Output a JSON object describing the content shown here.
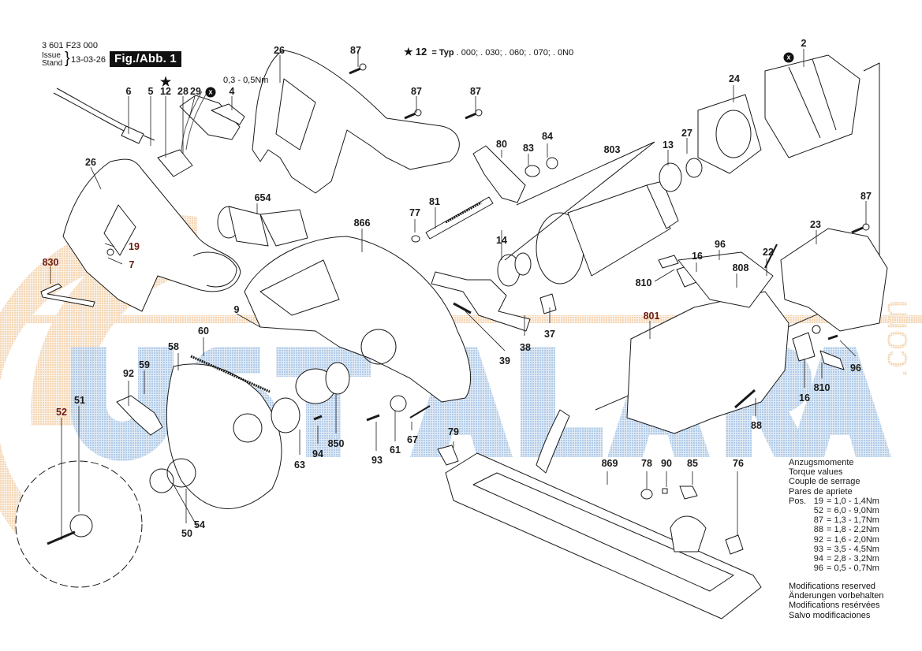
{
  "header": {
    "part_number": "3 601 F23 000",
    "issue_label": "Issue",
    "stand_label": "Stand",
    "issue_date": "13-03-26",
    "figure_label": "Fig./Abb. 1"
  },
  "variant_note": {
    "star": "★",
    "ref": "12",
    "text": "= Typ",
    "variants": ". 000; . 030; . 060; . 070; . 0N0"
  },
  "torque_note_inline": "0,3 - 0,5Nm",
  "x_marker": "x",
  "part_labels": {
    "p2": "2",
    "p4": "4",
    "p5": "5",
    "p6": "6",
    "p7": "7",
    "p9": "9",
    "p12": "12",
    "p13": "13",
    "p14": "14",
    "p16a": "16",
    "p16b": "16",
    "p19": "19",
    "p22": "22",
    "p23": "23",
    "p24": "24",
    "p26a": "26",
    "p26b": "26",
    "p27": "27",
    "p28": "28",
    "p29": "29",
    "p37": "37",
    "p38": "38",
    "p39": "39",
    "p50": "50",
    "p51": "51",
    "p52": "52",
    "p54": "54",
    "p58": "58",
    "p59": "59",
    "p60": "60",
    "p61": "61",
    "p63": "63",
    "p67": "67",
    "p76": "76",
    "p77": "77",
    "p78": "78",
    "p79": "79",
    "p80": "80",
    "p81": "81",
    "p83": "83",
    "p84": "84",
    "p85": "85",
    "p87a": "87",
    "p87b": "87",
    "p87c": "87",
    "p87d": "87",
    "p88": "88",
    "p90": "90",
    "p92": "92",
    "p93": "93",
    "p94": "94",
    "p96a": "96",
    "p96b": "96",
    "p654": "654",
    "p801": "801",
    "p803": "803",
    "p808": "808",
    "p810a": "810",
    "p810b": "810",
    "p830": "830",
    "p850": "850",
    "p866": "866",
    "p869": "869"
  },
  "torque_table": {
    "titles": [
      "Anzugsmomente",
      "Torque values",
      "Couple de serrage",
      "Pares de apriete"
    ],
    "pos_prefix": "Pos.",
    "rows": [
      {
        "pos": "19",
        "value": "= 1,0 - 1,4Nm"
      },
      {
        "pos": "52",
        "value": "= 6,0 - 9,0Nm"
      },
      {
        "pos": "87",
        "value": "= 1,3 - 1,7Nm"
      },
      {
        "pos": "88",
        "value": "= 1,8 - 2,2Nm"
      },
      {
        "pos": "92",
        "value": "= 1,6 - 2,0Nm"
      },
      {
        "pos": "93",
        "value": "= 3,5 - 4,5Nm"
      },
      {
        "pos": "94",
        "value": "= 2,8 - 3,2Nm"
      },
      {
        "pos": "96",
        "value": "= 0,5 - 0,7Nm"
      }
    ]
  },
  "modifications": [
    "Modifications reserved",
    "Änderungen vorbehalten",
    "Modifications resérvées",
    "Salvo modificaciones"
  ],
  "watermark": {
    "text": "USTALARA",
    "suffix": ".com",
    "blue": "#bcd3ec",
    "orange": "#f6dcc0"
  },
  "colors": {
    "line": "#1a1a1a",
    "highlight_label": "#6b1c12"
  }
}
